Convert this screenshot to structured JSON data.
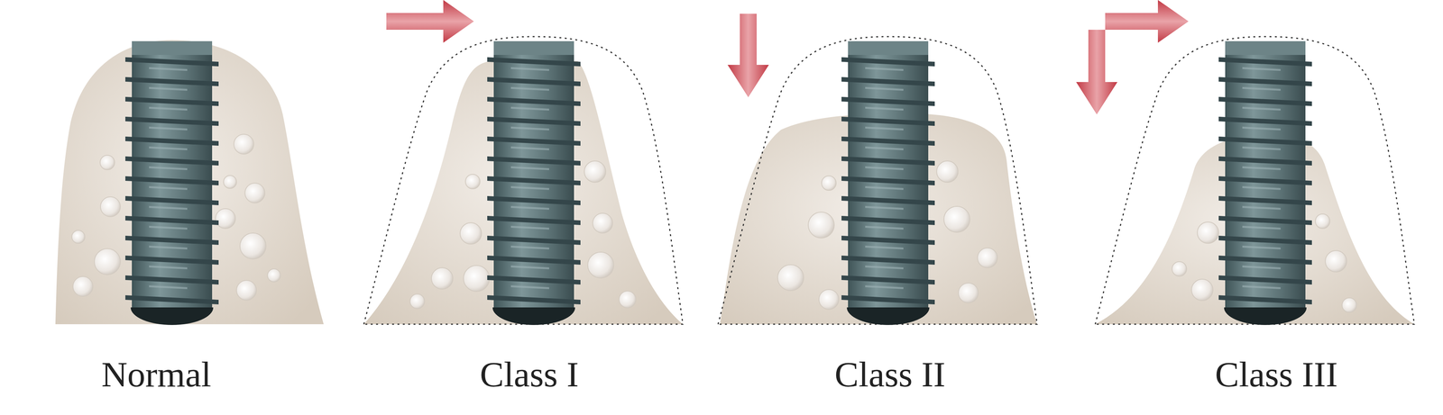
{
  "diagram": {
    "labels": [
      "Normal",
      "Class I",
      "Class II",
      "Class III"
    ]
  }
}
